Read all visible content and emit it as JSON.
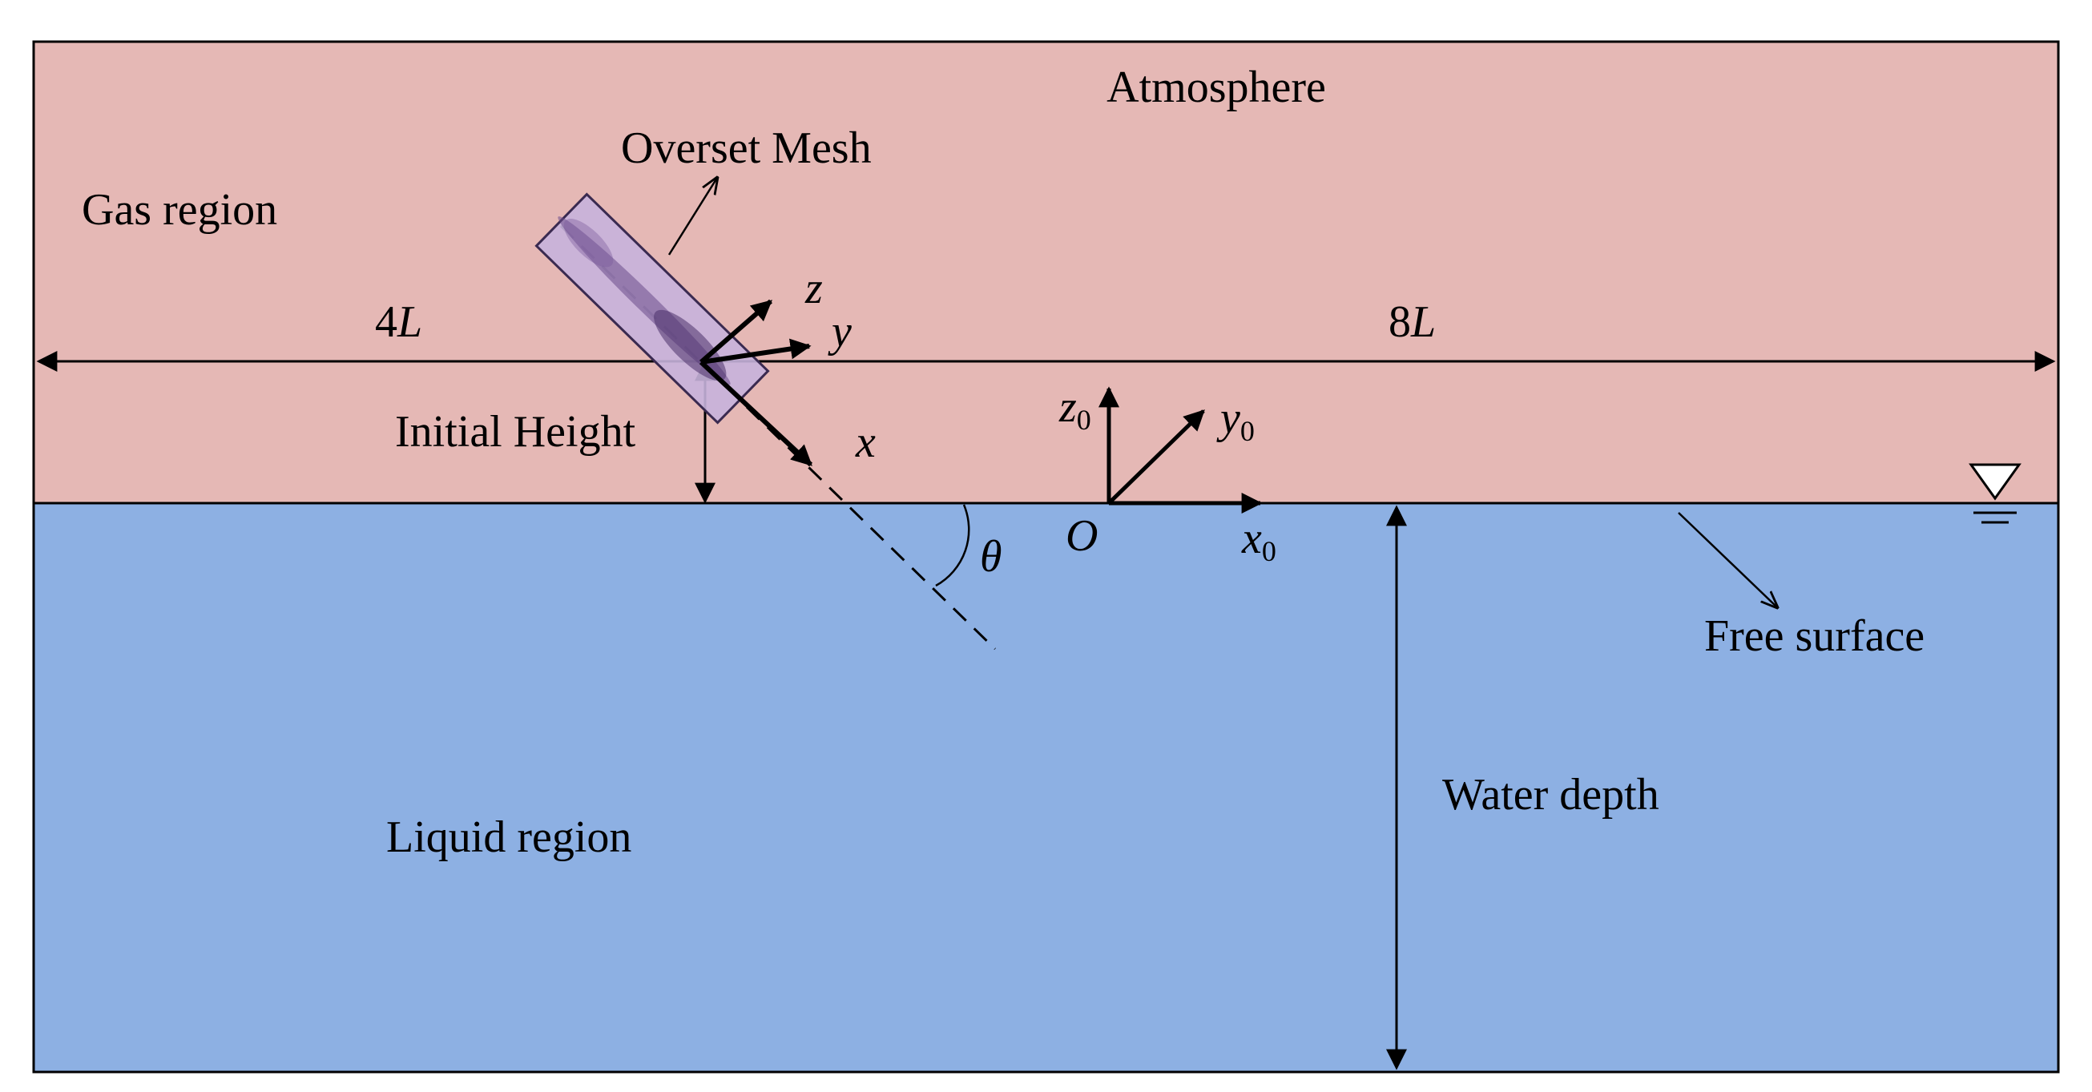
{
  "labels": {
    "atmosphere": "Atmosphere",
    "overset_mesh": "Overset Mesh",
    "gas_region": "Gas region",
    "initial_height": "Initial Height",
    "liquid_region": "Liquid region",
    "water_depth": "Water depth",
    "free_surface": "Free surface"
  },
  "dimensions": {
    "left_num": "4",
    "left_var": "L",
    "right_num": "8",
    "right_var": "L"
  },
  "axes": {
    "body_x": "x",
    "body_y": "y",
    "body_z": "z",
    "ground_x": "x",
    "ground_y": "y",
    "ground_z": "z",
    "subscript": "0",
    "origin": "O",
    "angle": "θ"
  },
  "colors": {
    "gas": "#E5B8B5",
    "liquid": "#8DB0E3",
    "mesh_fill": "#C7B3DC",
    "mesh_stroke": "#3A2A50",
    "body": "#6A4A8A"
  }
}
